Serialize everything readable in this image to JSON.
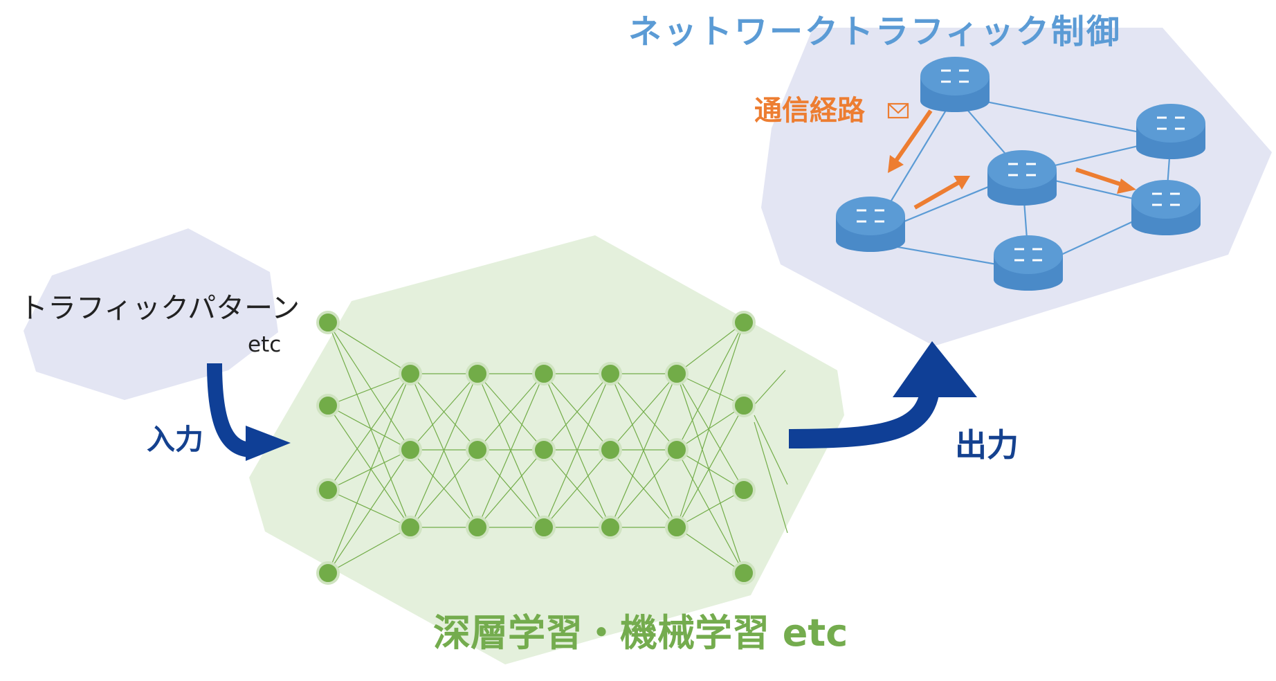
{
  "labels": {
    "input_title": "トラフィックパターン",
    "input_etc": "etc",
    "input_arrow": "入力",
    "output_arrow": "出力",
    "model": "深層学習・機械学習 etc",
    "network": "ネットワークトラフィック制御",
    "route": "通信経路"
  },
  "colors": {
    "lavender": "#e3e5f3",
    "light_green": "#e4f0dc",
    "node_green": "#72ac48",
    "arrow_blue": "#0f3f96",
    "router_blue": "#5b9bd5",
    "route_orange": "#ed7d31"
  },
  "icons": {
    "route_icon": "envelope-icon",
    "router_icon": "router-icon"
  }
}
